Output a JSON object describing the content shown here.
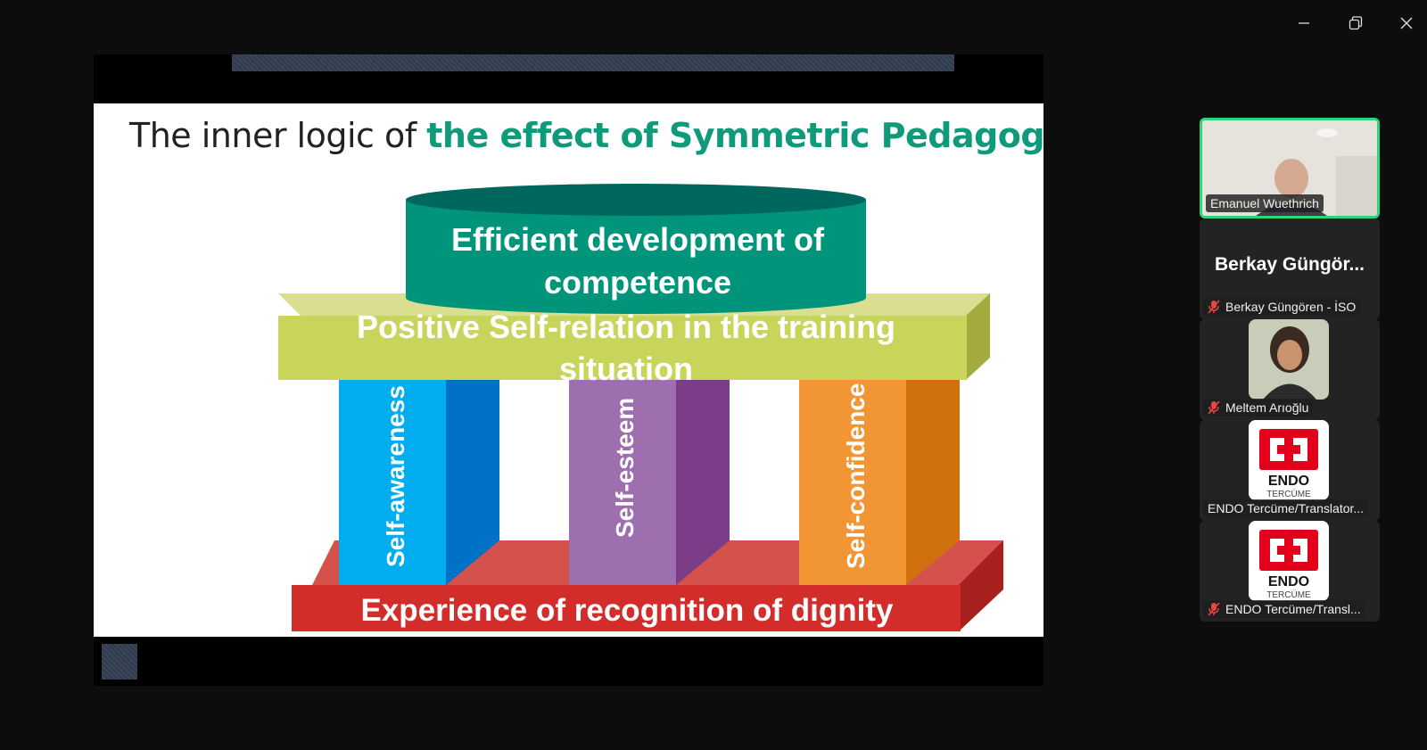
{
  "window_controls": {
    "minimize": "minimize-icon",
    "maximize": "restore-icon",
    "close": "close-icon"
  },
  "slide": {
    "title_plain": "The inner logic of ",
    "title_accent": "the effect of Symmetric Pedagogy",
    "top_label_1": "Efficient development of",
    "top_label_2": "competence",
    "middle_label_1": "Positive Self-relation in the training",
    "middle_label_2": "situation",
    "pillar_1": "Self-awareness",
    "pillar_2": "Self-esteem",
    "pillar_3": "Self-confidence",
    "base_label": "Experience of recognition of dignity",
    "colors": {
      "accent": "#0f9a7c",
      "cylinder": "#00957a",
      "cylinder_top": "#00675f",
      "beam": "#c9d45a",
      "pillar_blue": "#00aeef",
      "pillar_purple": "#9e6fae",
      "pillar_orange": "#f29535",
      "base": "#d22d2a"
    }
  },
  "participants": [
    {
      "name": "Emanuel Wuethrich",
      "active": true,
      "muted": false
    },
    {
      "name": "Berkay Güngören - İSO",
      "display_name": "Berkay  Güngör...",
      "muted": true
    },
    {
      "name": "Meltem Arıoğlu",
      "muted": true
    },
    {
      "name": "ENDO Tercüme/Translator...",
      "logo_text": "ENDO",
      "logo_sub": "TERCÜME",
      "muted": false
    },
    {
      "name": "ENDO Tercüme/Transl...",
      "logo_text": "ENDO",
      "logo_sub": "TERCÜME",
      "muted": true
    }
  ]
}
